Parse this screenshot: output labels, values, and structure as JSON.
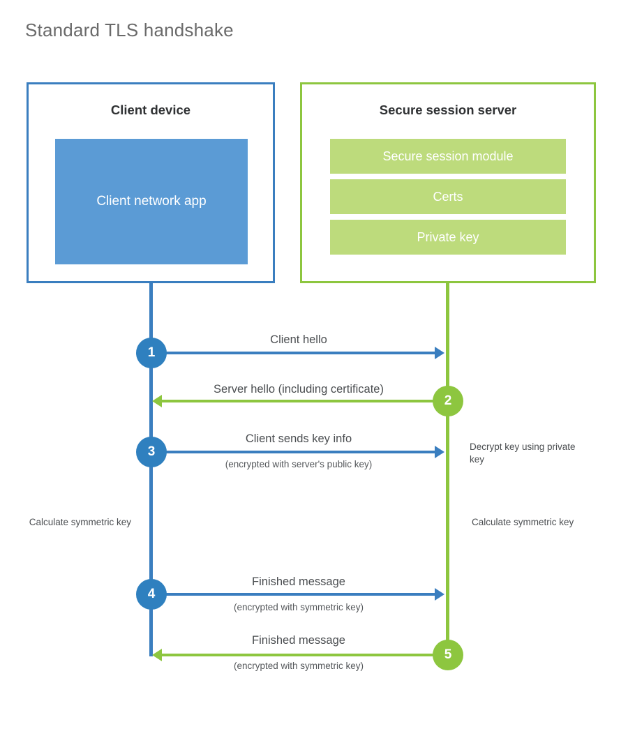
{
  "title": "Standard TLS handshake",
  "colors": {
    "client_border": "#3a7ebf",
    "client_fill": "#5b9bd5",
    "server_border": "#8dc63f",
    "server_fill": "#bddb7c",
    "client_accent": "#2f80bf",
    "server_accent": "#8dc63f",
    "title_text": "#6a6a6a"
  },
  "client": {
    "title": "Client device",
    "app_label": "Client network app"
  },
  "server": {
    "title": "Secure session server",
    "items": [
      {
        "label": "Secure session module"
      },
      {
        "label": "Certs"
      },
      {
        "label": "Private key"
      }
    ]
  },
  "steps": [
    {
      "number": "1",
      "label": "Client hello",
      "sublabel": "",
      "direction": "client-to-server",
      "color": "blue"
    },
    {
      "number": "2",
      "label": "Server hello (including certificate)",
      "sublabel": "",
      "direction": "server-to-client",
      "color": "green"
    },
    {
      "number": "3",
      "label": "Client sends key info",
      "sublabel": "(encrypted with server's public key)",
      "direction": "client-to-server",
      "color": "blue"
    },
    {
      "number": "4",
      "label": "Finished message",
      "sublabel": "(encrypted with symmetric key)",
      "direction": "client-to-server",
      "color": "blue"
    },
    {
      "number": "5",
      "label": "Finished message",
      "sublabel": "(encrypted with symmetric key)",
      "direction": "server-to-client",
      "color": "green"
    }
  ],
  "annotations": {
    "server_decrypt": "Decrypt key using private key",
    "client_calculate": "Calculate symmetric key",
    "server_calculate": "Calculate symmetric key"
  }
}
